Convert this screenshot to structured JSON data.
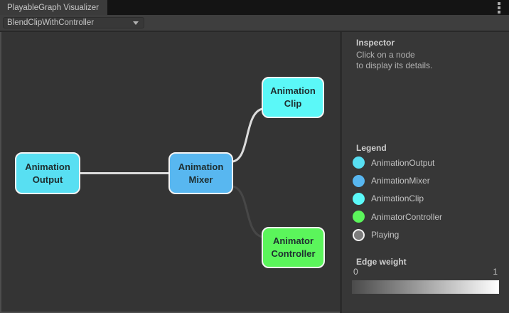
{
  "window": {
    "tab_title": "PlayableGraph Visualizer",
    "icons": {
      "window_menu": "kebab-menu-icon",
      "dropdown_arrow": "chevron-down-icon"
    }
  },
  "toolbar": {
    "graph_dropdown": {
      "selected": "BlendClipWithController"
    }
  },
  "inspector": {
    "title": "Inspector",
    "hint_line1": "Click on a node",
    "hint_line2": "to display its details."
  },
  "legend": {
    "title": "Legend",
    "items": [
      {
        "label": "AnimationOutput",
        "color": "#58dff2"
      },
      {
        "label": "AnimationMixer",
        "color": "#58b7f0"
      },
      {
        "label": "AnimationClip",
        "color": "#5bf8f8"
      },
      {
        "label": "AnimatorController",
        "color": "#5bf55b"
      },
      {
        "label": "Playing",
        "color": "#7d7d7d",
        "ring": "#f2f2f2"
      }
    ]
  },
  "edge_weight": {
    "title": "Edge weight",
    "min_label": "0",
    "max_label": "1",
    "gradient": [
      "#4a4a4a",
      "#ffffff"
    ]
  },
  "graph": {
    "nodes": [
      {
        "id": "animation-output",
        "label": "Animation Output",
        "color": "#58dff2"
      },
      {
        "id": "animation-mixer",
        "label": "Animation Mixer",
        "color": "#58b7f0"
      },
      {
        "id": "animation-clip",
        "label": "Animation Clip",
        "color": "#5bf8f8"
      },
      {
        "id": "animator-controller",
        "label": "Animator Controller",
        "color": "#5bf55b"
      }
    ],
    "edges": [
      {
        "from": "AnimationOutput",
        "to": "AnimationMixer",
        "weight": "high",
        "stroke": "#dcdcdc"
      },
      {
        "from": "AnimationMixer",
        "to": "AnimationClip",
        "weight": "high",
        "stroke": "#dcdcdc"
      },
      {
        "from": "AnimationMixer",
        "to": "AnimatorController",
        "weight": "low",
        "stroke": "#474747"
      }
    ]
  }
}
